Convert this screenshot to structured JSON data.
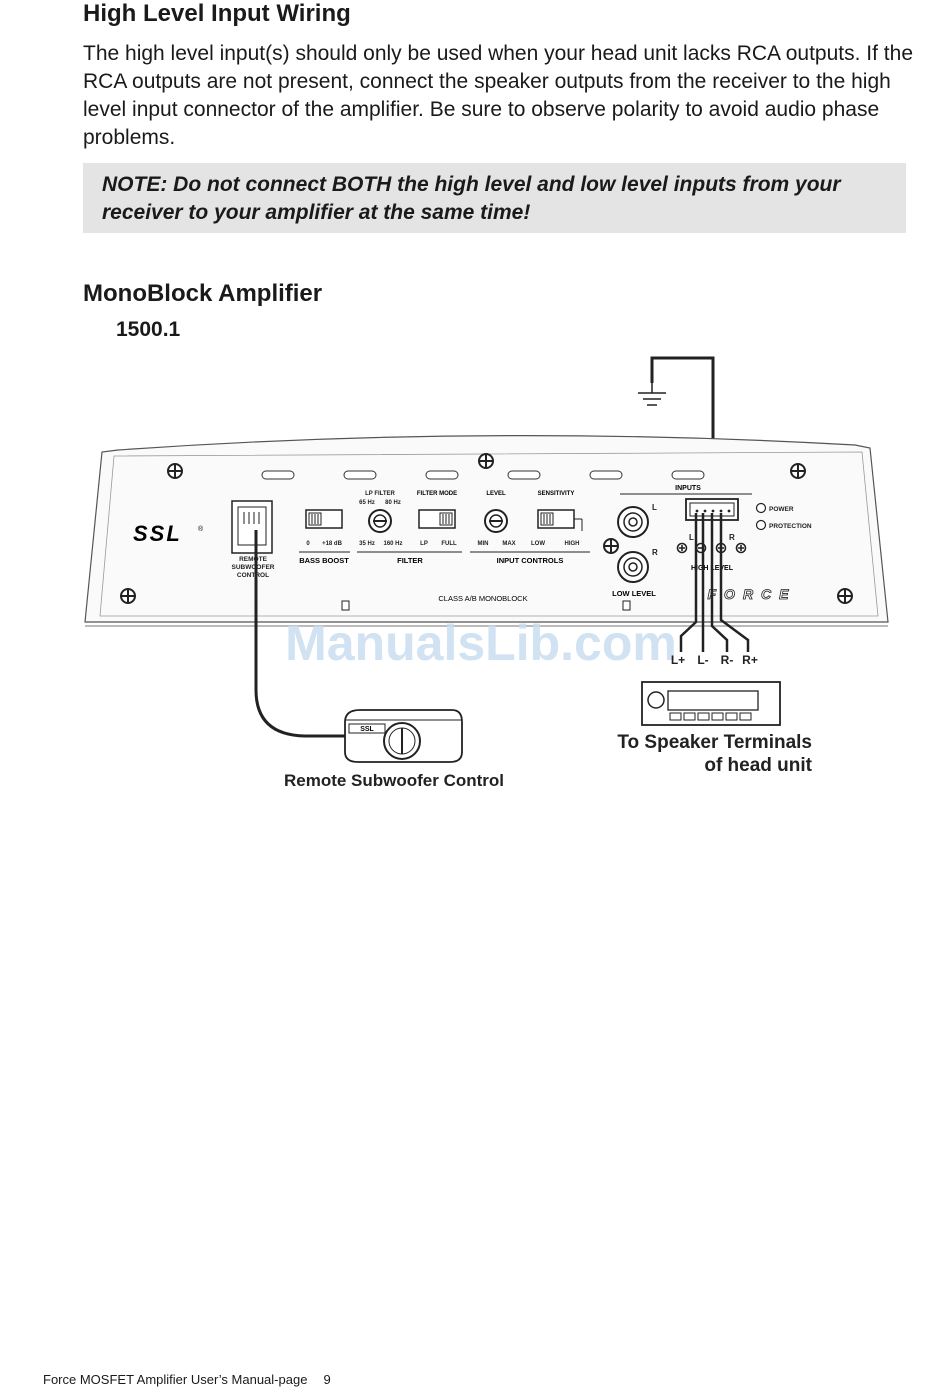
{
  "heading": "High Level Input Wiring",
  "intro": "The high level input(s) should only be used when your head unit lacks RCA outputs. If the RCA outputs are not present, connect the speaker outputs from the receiver to the high level input connector of the amplifier. Be sure to observe polarity to avoid audio phase problems.",
  "note": "NOTE: Do not connect BOTH the high level and low level inputs from your receiver to your amplifier at the same time!",
  "section_heading": "MonoBlock Amplifier",
  "model": "1500.1",
  "amp": {
    "brand": "SSL",
    "remote_port_label": [
      "REMOTE",
      "SUBWOOFER",
      "CONTROL"
    ],
    "bass_boost": {
      "min": "0",
      "max": "+18 dB",
      "label": "BASS BOOST"
    },
    "lp_filter": {
      "title": "LP FILTER",
      "top_left": "65 Hz",
      "top_right": "80 Hz",
      "bottom_left": "35 Hz",
      "bottom_right": "160 Hz"
    },
    "filter_mode": {
      "title": "FILTER MODE",
      "left": "LP",
      "right": "FULL"
    },
    "filter_group": "FILTER",
    "level": {
      "title": "LEVEL",
      "min": "MIN",
      "max": "MAX"
    },
    "sensitivity": {
      "title": "SENSITIVITY",
      "low": "LOW",
      "high": "HIGH"
    },
    "input_controls": "INPUT CONTROLS",
    "rca_l": "L",
    "rca_r": "R",
    "low_level": "LOW LEVEL",
    "inputs": "INPUTS",
    "hl_l": "L",
    "hl_r": "R",
    "high_level": "HIGH LEVEL",
    "power": "POWER",
    "protection": "PROTECTION",
    "class_label": "CLASS A/B MONOBLOCK",
    "logo": "FORCE"
  },
  "wire_labels": [
    "L+",
    "L-",
    "R-",
    "R+"
  ],
  "watermark": "ManualsLib.com",
  "remote_caption": "Remote Subwoofer Control",
  "remote_badge": "SSL",
  "speaker_caption": [
    "To Speaker Terminals",
    "of head unit"
  ],
  "footer": {
    "text": "Force MOSFET Amplifier User’s Manual-page",
    "page": "9"
  }
}
